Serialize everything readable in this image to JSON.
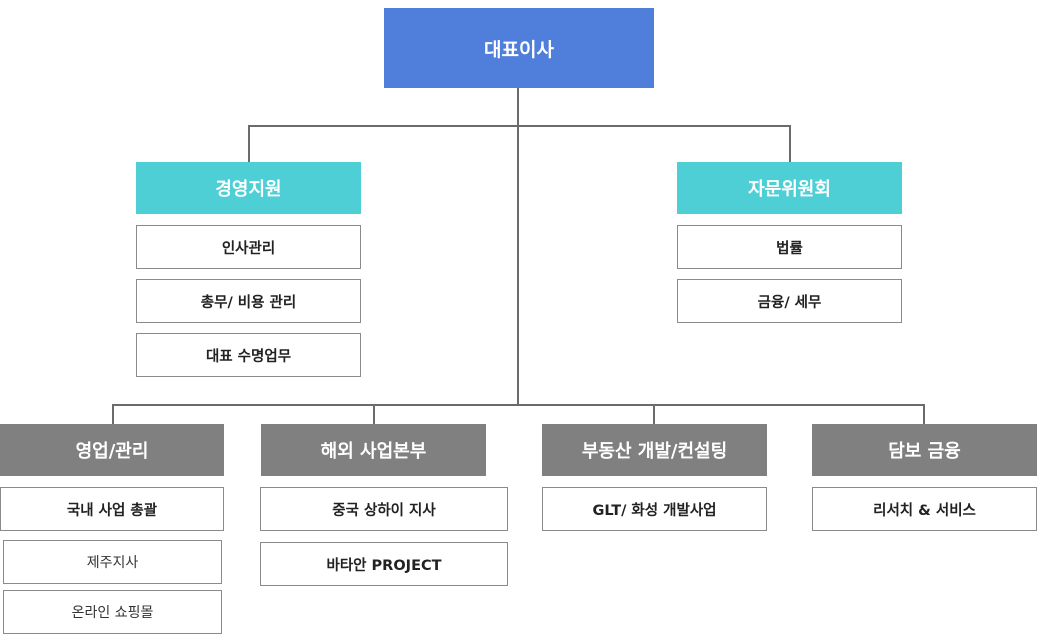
{
  "ceo": "대표이사",
  "left_committee": {
    "title": "경영지원",
    "items": [
      "인사관리",
      "총무/ 비용 관리",
      "대표 수명업무"
    ]
  },
  "right_committee": {
    "title": "자문위원회",
    "items": [
      "법률",
      "금융/ 세무"
    ]
  },
  "divisions": [
    {
      "title": "영업/관리",
      "items": [
        "국내 사업 총괄",
        "제주지사",
        "온라인 쇼핑몰"
      ]
    },
    {
      "title": "해외 사업본부",
      "items": [
        "중국 상하이 지사",
        "바타안 PROJECT"
      ]
    },
    {
      "title": "부동산 개발/컨설팅",
      "items": [
        "GLT/ 화성 개발사업"
      ]
    },
    {
      "title": "담보 금융",
      "items": [
        "리서치 & 서비스"
      ]
    }
  ],
  "colors": {
    "ceo": "#4f7edb",
    "staff_header": "#4ecfd6",
    "division_header": "#808080",
    "connector": "#6b6b6b"
  }
}
